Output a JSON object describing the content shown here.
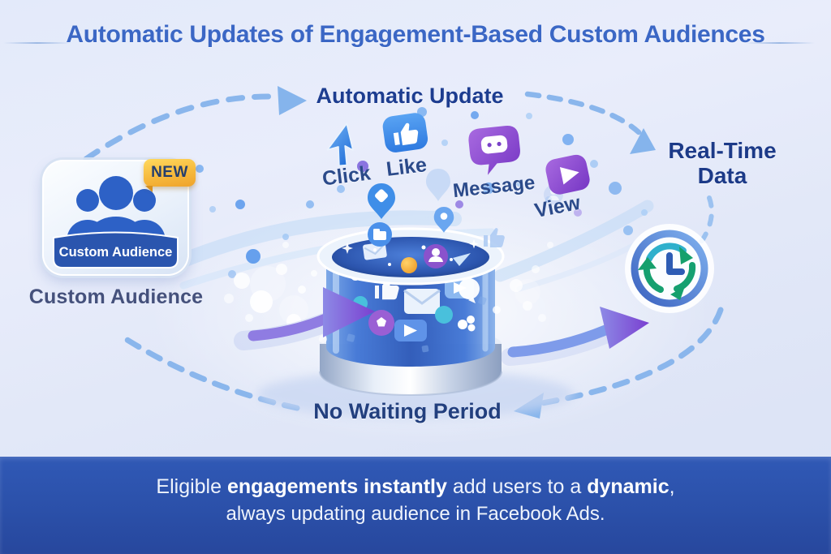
{
  "title": "Automatic Updates of Engagement-Based Custom Audiences",
  "flow_labels": {
    "top": "Automatic Update",
    "right_line1": "Real-Time",
    "right_line2": "Data",
    "bottom": "No Waiting Period"
  },
  "audience_card": {
    "badge_label": "NEW",
    "banner_label": "Custom Audience",
    "caption": "Custom Audience",
    "icon": "people-group-icon"
  },
  "engagements": [
    {
      "label": "Click",
      "icon": "cursor-arrow-icon"
    },
    {
      "label": "Like",
      "icon": "thumbs-up-icon"
    },
    {
      "label": "Message",
      "icon": "chat-bubble-icon"
    },
    {
      "label": "View",
      "icon": "play-button-icon"
    }
  ],
  "center_graphic_icon": "audience-bucket-cylinder-icon",
  "realtime_graphic_icon": "clock-refresh-icon",
  "footer": {
    "segments": [
      {
        "text": "Eligible "
      },
      {
        "text": "engagements instantly"
      },
      {
        "text": " add users to a "
      },
      {
        "text": "dynamic"
      },
      {
        "text": ","
      }
    ],
    "line2": "always updating audience in Facebook Ads."
  },
  "colors": {
    "title_blue": "#3b67c5",
    "label_navy": "#1d3d90",
    "engagement_navy": "#2b4a8a",
    "icon_blue": "#2f7ce2",
    "icon_purple": "#8a4fd0",
    "dashed_arc_blue": "#8ab6ec",
    "badge_yellow": "#f6b93c",
    "refresh_green": "#16a070",
    "footer_blue": "#2b50a9"
  }
}
